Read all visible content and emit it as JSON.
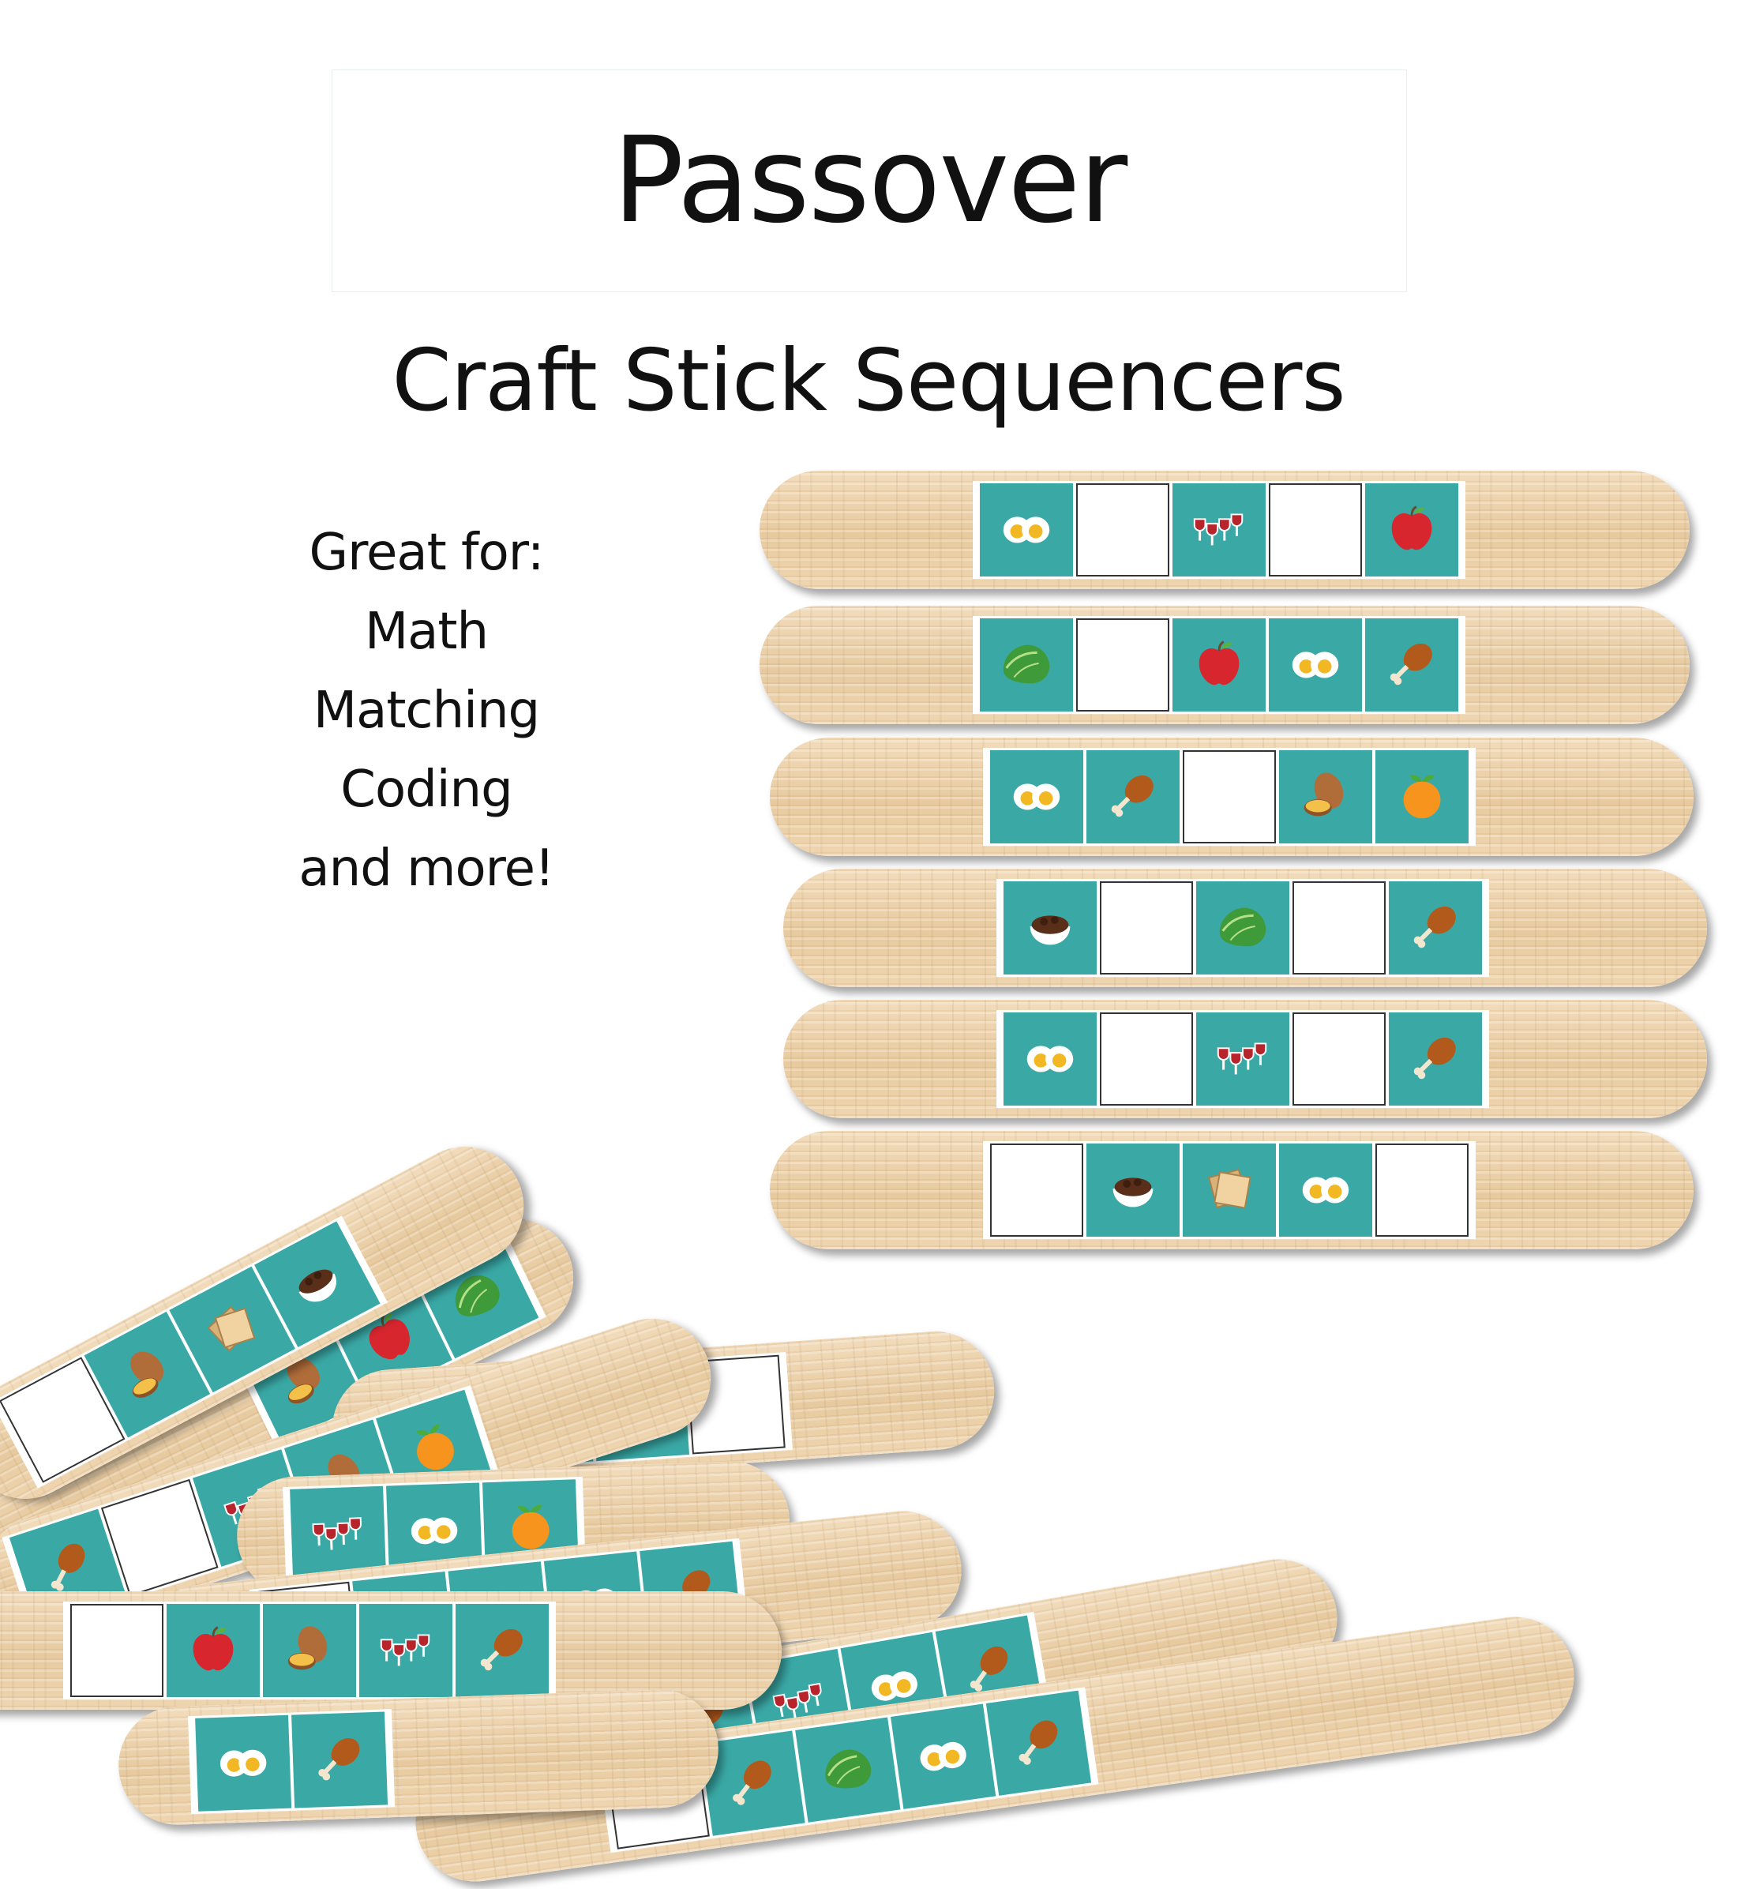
{
  "header": {
    "title": "Passover",
    "subtitle": "Craft Stick Sequencers"
  },
  "features": {
    "heading": "Great for:",
    "items": [
      "Math",
      "Matching",
      "Coding",
      "and more!"
    ]
  },
  "colors": {
    "tile": "#3aa9a6",
    "blank": "#ffffff",
    "stick": "#e7ca9f"
  },
  "sticks": [
    {
      "id": "s1",
      "cells": [
        "egg-icon",
        "blank",
        "wine-icon",
        "blank",
        "apple-icon"
      ]
    },
    {
      "id": "s2",
      "cells": [
        "lettuce-icon",
        "blank",
        "apple-icon",
        "egg-icon",
        "drumstick-icon"
      ]
    },
    {
      "id": "s3",
      "cells": [
        "egg-icon",
        "drumstick-icon",
        "blank",
        "potato-icon",
        "orange-icon"
      ]
    },
    {
      "id": "s4",
      "cells": [
        "charoset-icon",
        "blank",
        "lettuce-icon",
        "blank",
        "drumstick-icon"
      ]
    },
    {
      "id": "s5",
      "cells": [
        "egg-icon",
        "blank",
        "wine-icon",
        "blank",
        "drumstick-icon"
      ]
    },
    {
      "id": "s6",
      "cells": [
        "blank",
        "charoset-icon",
        "matzah-icon",
        "egg-icon",
        "blank"
      ]
    },
    {
      "id": "p1",
      "cells": [
        "blank",
        "potato-icon",
        "matzah-icon",
        "charoset-icon"
      ]
    },
    {
      "id": "p2",
      "cells": [
        "potato-icon",
        "apple-icon",
        "lettuce-icon"
      ]
    },
    {
      "id": "p3",
      "cells": [
        "drumstick-icon",
        "blank",
        "wine-icon",
        "potato-icon",
        "orange-icon"
      ]
    },
    {
      "id": "p4",
      "cells": [
        "wine-icon",
        "egg-icon",
        "blank"
      ]
    },
    {
      "id": "p5",
      "cells": [
        "wine-icon",
        "egg-icon",
        "orange-icon"
      ]
    },
    {
      "id": "p6",
      "cells": [
        "blank",
        "orange-icon",
        "wine-icon",
        "egg-icon",
        "drumstick-icon"
      ]
    },
    {
      "id": "p7",
      "cells": [
        "blank",
        "apple-icon",
        "potato-icon",
        "wine-icon",
        "drumstick-icon"
      ]
    },
    {
      "id": "p8",
      "cells": [
        "drumstick-icon",
        "wine-icon",
        "egg-icon",
        "drumstick-icon"
      ]
    },
    {
      "id": "p9",
      "cells": [
        "blank",
        "drumstick-icon",
        "lettuce-icon",
        "egg-icon",
        "drumstick-icon"
      ]
    },
    {
      "id": "p10",
      "cells": [
        "egg-icon",
        "drumstick-icon"
      ]
    }
  ]
}
